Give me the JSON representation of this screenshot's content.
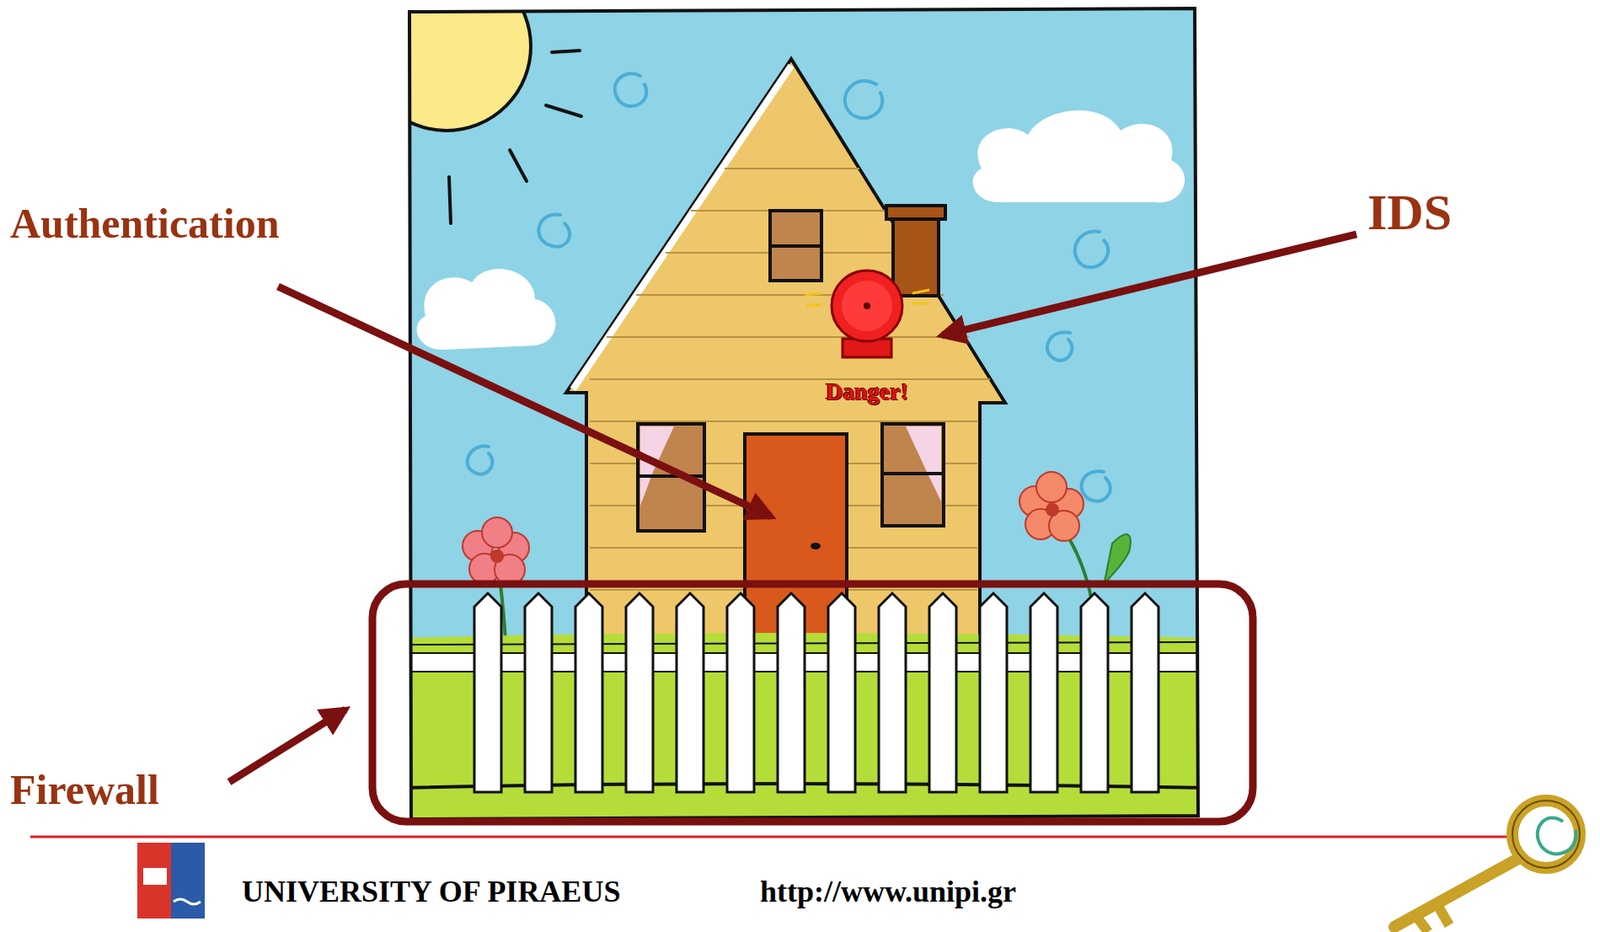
{
  "diagram": {
    "labels": [
      "Authentication",
      "IDS",
      "Danger!",
      "Firewall",
      "UNIVERSITY OF PIRAEUS",
      "http://www.unipi.gr"
    ]
  }
}
